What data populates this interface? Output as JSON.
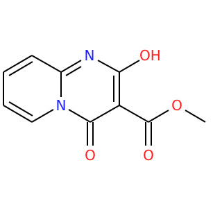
{
  "colors": {
    "bond": "#000000",
    "nitrogen": "#1f1fff",
    "oxygen": "#ff1f1f",
    "background": "#ffffff"
  },
  "atoms": {
    "n_ring": "N",
    "n_bridge": "N",
    "o_hydroxyl": "OH",
    "o_ketone": "O",
    "o_ester_single": "O",
    "o_ester_double": "O"
  }
}
